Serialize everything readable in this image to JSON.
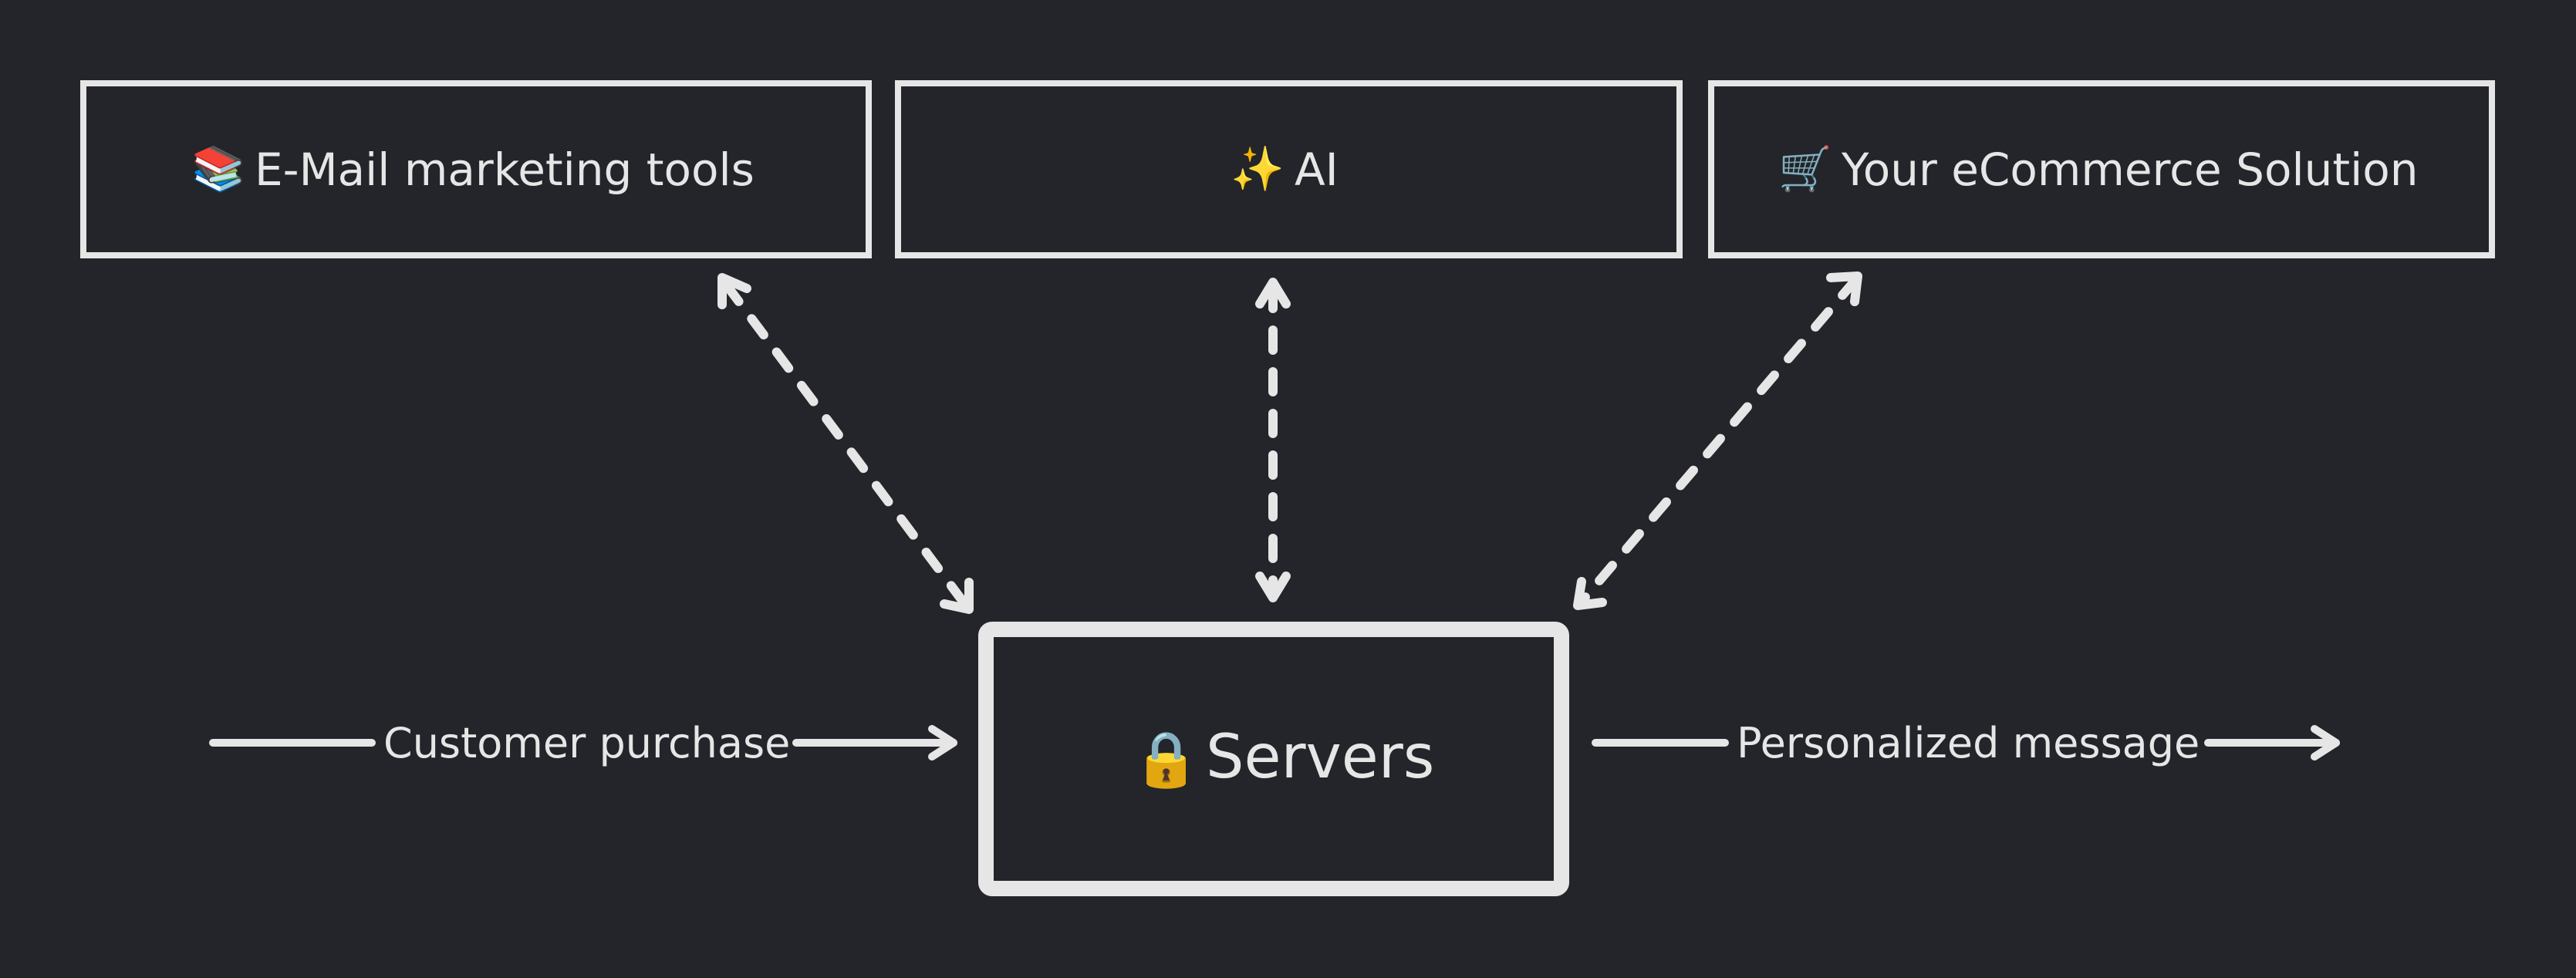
{
  "colors": {
    "background": "#23252a",
    "stroke": "#e6e6e6",
    "text": "#e6e6e6"
  },
  "nodes": {
    "email_tools": {
      "icon": "books-icon",
      "emoji": "📚",
      "label": "E-Mail marketing tools"
    },
    "ai": {
      "icon": "sparkles-icon",
      "emoji": "✨",
      "label": "AI"
    },
    "ecommerce": {
      "icon": "shopping-cart-icon",
      "emoji": "🛒",
      "label": "Your eCommerce Solution"
    },
    "servers": {
      "icon": "lock-icon",
      "emoji": "🔒",
      "label": "Servers"
    }
  },
  "edges": {
    "input_label": "Customer purchase",
    "output_label": "Personalized message"
  }
}
